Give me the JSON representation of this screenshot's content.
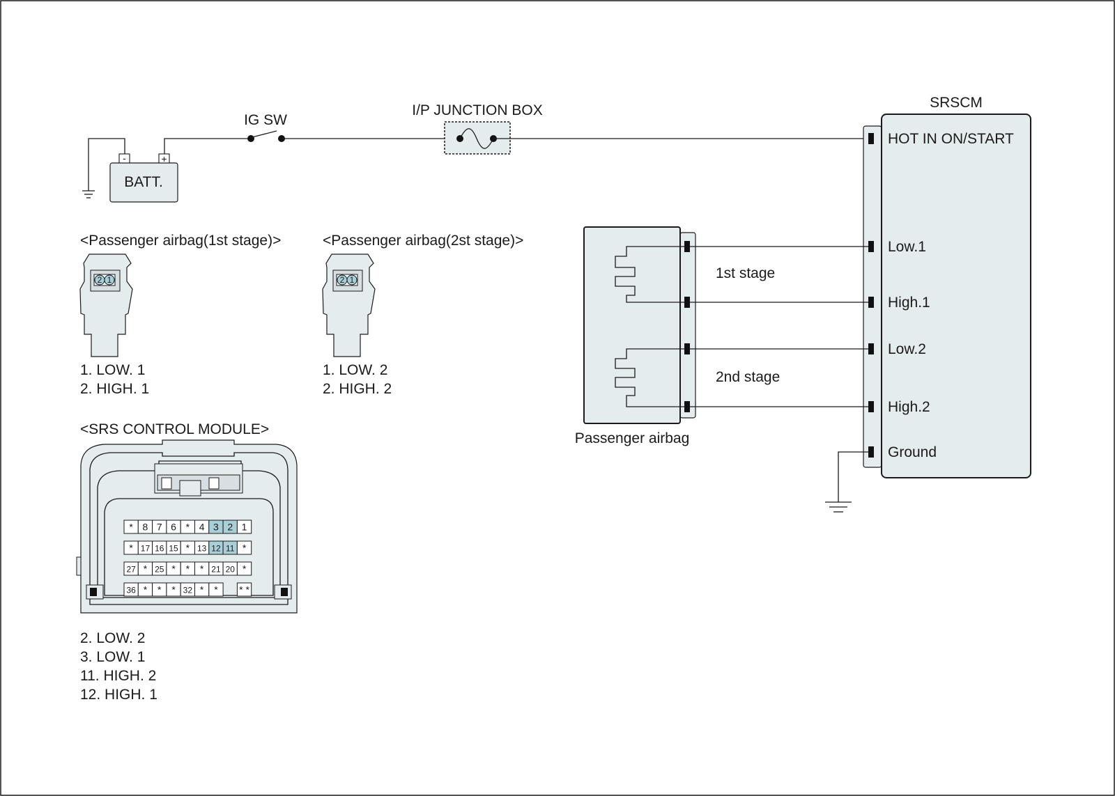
{
  "power": {
    "battery_label": "BATT.",
    "battery_neg": "-",
    "battery_pos": "+",
    "ig_switch_label": "IG SW",
    "junction_box_label": "I/P JUNCTION BOX"
  },
  "srscm": {
    "title": "SRSCM",
    "pins": [
      "HOT IN ON/START",
      "Low.1",
      "High.1",
      "Low.2",
      "High.2",
      "Ground"
    ]
  },
  "passenger_airbag": {
    "label": "Passenger airbag",
    "stage1_label": "1st stage",
    "stage2_label": "2nd stage"
  },
  "connector_1st": {
    "title": "<Passenger airbag(1st stage)>",
    "pin_numbers": [
      "2",
      "1"
    ],
    "pins": [
      "1. LOW. 1",
      "2. HIGH. 1"
    ]
  },
  "connector_2nd": {
    "title": "<Passenger airbag(2st stage)>",
    "pin_numbers": [
      "2",
      "1"
    ],
    "pins": [
      "1. LOW. 2",
      "2. HIGH. 2"
    ]
  },
  "srs_module": {
    "title": "<SRS CONTROL MODULE>",
    "rows": [
      [
        "*",
        "8",
        "7",
        "6",
        "*",
        "4",
        "3",
        "2",
        "1"
      ],
      [
        "*",
        "17",
        "16",
        "15",
        "*",
        "13",
        "12",
        "11",
        "*"
      ],
      [
        "27",
        "*",
        "25",
        "*",
        "*",
        "*",
        "21",
        "20",
        "*"
      ],
      [
        "36",
        "*",
        "*",
        "*",
        "32",
        "*",
        "*",
        "",
        "* *"
      ]
    ],
    "highlighted_pins": [
      "3",
      "2",
      "12",
      "11"
    ],
    "pins": [
      "2. LOW. 2",
      "3. LOW. 1",
      "11. HIGH. 2",
      "12. HIGH. 1"
    ]
  },
  "colors": {
    "component_fill": "#e5ecee",
    "highlight_fill": "#a9cfd9",
    "line": "#1a1a1a"
  }
}
